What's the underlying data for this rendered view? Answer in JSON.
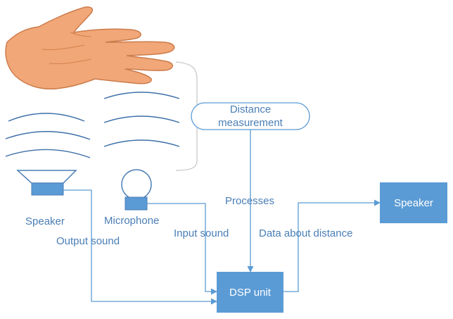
{
  "labels": {
    "distance_line1": "Distance",
    "distance_line2": "measurement",
    "speaker_left": "Speaker",
    "microphone": "Microphone",
    "output_sound": "Output sound",
    "input_sound": "Input sound",
    "processes": "Processes",
    "data_about_distance": "Data about distance",
    "dsp_unit": "DSP unit",
    "speaker_right": "Speaker"
  },
  "icons": {
    "hand": "hand-icon",
    "speaker": "speaker-icon",
    "microphone": "microphone-icon",
    "sound_waves": "sound-wave-icon"
  },
  "colors": {
    "line": "#5b9bd5",
    "box_fill": "#5b9bd5",
    "text": "#4a7eb5",
    "wave": "#3c6fa8",
    "hand_fill": "#f0a06c",
    "hand_stroke": "#c8703c"
  }
}
